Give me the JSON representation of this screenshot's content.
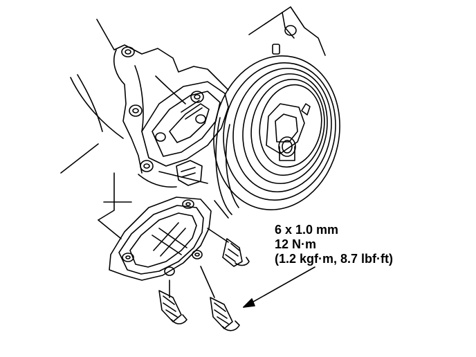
{
  "torque_spec": {
    "bolt_size": "6 x 1.0 mm",
    "torque_nm": "12 N·m",
    "torque_alt": "(1.2 kgf·m, 8.7 lbf·ft)"
  }
}
